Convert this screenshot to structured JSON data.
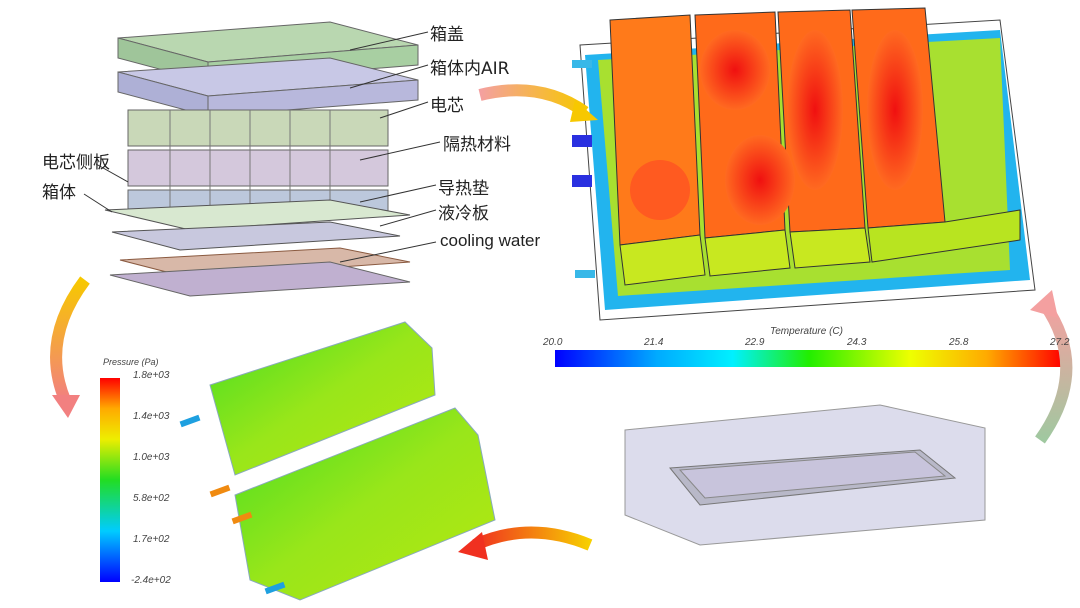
{
  "exploded_view": {
    "labels_right": [
      "箱盖",
      "箱体内AIR",
      "电芯",
      "隔热材料",
      "导热垫",
      "液冷板",
      "cooling water"
    ],
    "labels_left": [
      "电芯侧板",
      "箱体"
    ]
  },
  "temperature_colorbar": {
    "title": "Temperature (C)",
    "ticks": [
      "20.0",
      "21.4",
      "22.9",
      "24.3",
      "25.8",
      "27.2"
    ],
    "min": 20.0,
    "max": 27.2
  },
  "pressure_colorbar": {
    "title": "Pressure (Pa)",
    "ticks": [
      "1.8e+03",
      "1.4e+03",
      "1.0e+03",
      "5.8e+02",
      "1.7e+02",
      "-2.4e+02"
    ],
    "min": -240,
    "max": 1800
  },
  "colors": {
    "hot": "#ff0000",
    "cold": "#0000ff",
    "arrow": "#f5a623"
  }
}
